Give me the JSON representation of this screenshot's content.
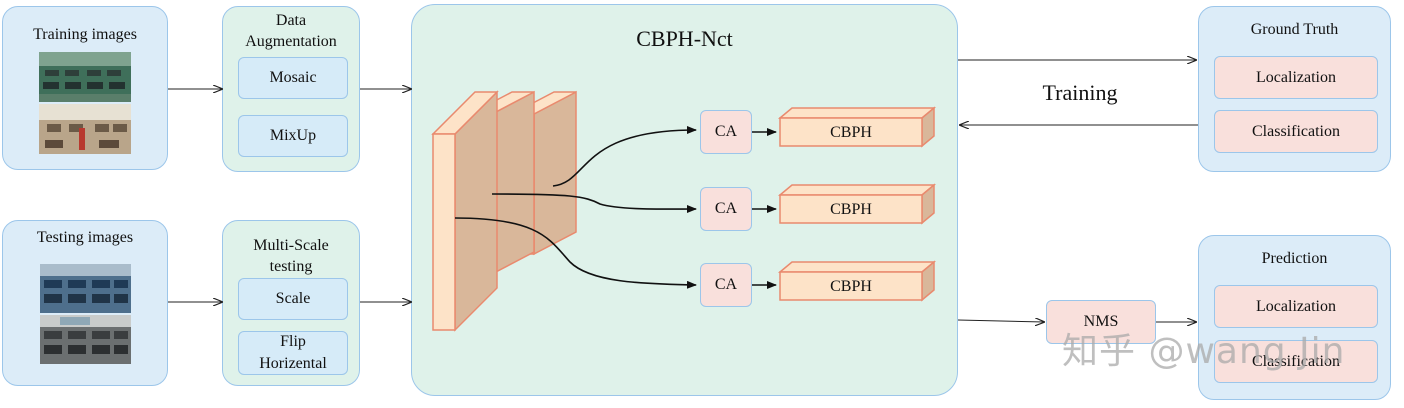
{
  "training_images": {
    "label": "Training images"
  },
  "testing_images": {
    "label": "Testing images"
  },
  "data_augmentation": {
    "title": "Data Augmentation",
    "items": [
      "Mosaic",
      "MixUp"
    ]
  },
  "multi_scale": {
    "title": "Multi-Scale testing",
    "items": [
      "Scale",
      "Flip Horizental"
    ]
  },
  "network": {
    "title": "CBPH-Nct",
    "ca_label": "CA",
    "head_label": "CBPH"
  },
  "ground_truth": {
    "title": "Ground Truth",
    "items": [
      "Localization",
      "Classification"
    ]
  },
  "prediction": {
    "title": "Prediction",
    "items": [
      "Localization",
      "Classification"
    ]
  },
  "training_label": "Training",
  "nms_label": "NMS",
  "watermark": "知乎 @wang Jin",
  "colors": {
    "panel_blue": "#dcecf8",
    "panel_green": "#dff2ea",
    "border": "#9cc6ea",
    "feature_face": "#fde3c8",
    "feature_side": "#d9b79a",
    "feature_edge": "#e98a6e",
    "pink": "#f9e0dc"
  }
}
